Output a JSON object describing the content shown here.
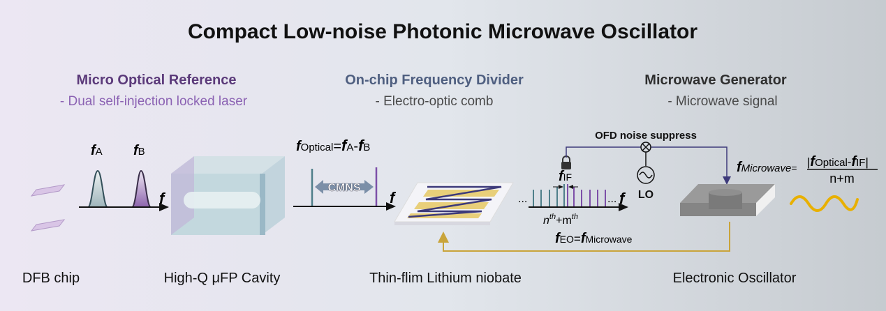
{
  "title": "Compact Low-noise Photonic Microwave Oscillator",
  "sections": [
    {
      "heading": "Micro Optical Reference",
      "sub": "- Dual self-injection locked laser"
    },
    {
      "heading": "On-chip Frequency Divider",
      "sub": "- Electro-optic comb"
    },
    {
      "heading": "Microwave Generator",
      "sub": "- Microwave signal"
    }
  ],
  "components": [
    "DFB chip",
    "High-Q μFP Cavity",
    "Thin-flim Lithium niobate",
    "Electronic Oscillator"
  ],
  "spectrum1": {
    "f": "f",
    "sub_a": "A",
    "sub_b": "B",
    "axis": "f"
  },
  "optical": {
    "f": "f",
    "sub": "Optical",
    "eq": "=",
    "fa": "f",
    "a": "A",
    "minus": "-",
    "fb": "f",
    "b": "B",
    "arrow_label": "CMNS",
    "axis": "f"
  },
  "comb": {
    "dots_left": "...",
    "dots_right": "...",
    "axis": "f",
    "fif": "f",
    "if_sub": "IF",
    "order": "n",
    "th1": "th",
    "plus": "+m",
    "th2": "th"
  },
  "feedback": {
    "f": "f",
    "sub": "EO",
    "eq": "=",
    "f2": "f",
    "sub2": "Microwave"
  },
  "ofd": {
    "label": "OFD noise suppress",
    "lo": "LO"
  },
  "formula": {
    "f": "f",
    "sub": "Microwave",
    "eq": "=",
    "num_f": "f",
    "num_sub": "Optical",
    "minus": "-",
    "num_f2": "f",
    "num_sub2": "IF",
    "den": "n+m"
  },
  "colors": {
    "purple": "#8b62b3",
    "teal": "#4f7f8a",
    "navy": "#3d3a7a",
    "gold": "#e8b000",
    "feedback": "#c9a43a"
  }
}
